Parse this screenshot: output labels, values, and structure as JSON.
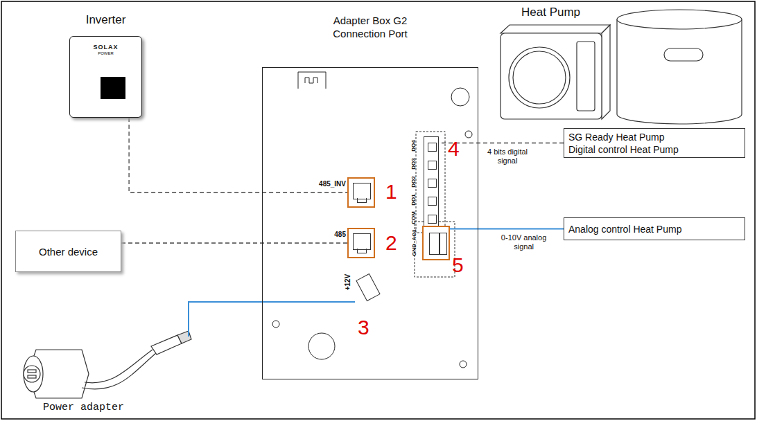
{
  "diagram": {
    "nodes": [
      {
        "text": [
          "Inverter",
          "SOLAX",
          "POWER"
        ]
      },
      {
        "text": [
          "Adapter Box G2 Connection Port"
        ]
      },
      {
        "text": [
          "485_INV"
        ],
        "in": 1
      },
      {
        "text": [
          "485"
        ],
        "in": 1
      },
      {
        "text": [
          "+12V"
        ],
        "in": 1
      },
      {
        "text": [
          "DO4",
          "DO3",
          "DO2",
          "DO1",
          "COM"
        ],
        "in": 1
      },
      {
        "text": [
          "GND_AO1"
        ],
        "in": 1
      },
      {
        "text": [
          "Other device"
        ]
      },
      {
        "text": [
          "SG Ready Heat Pump",
          "Digital control Heat Pump"
        ]
      },
      {
        "text": [
          "Analog control Heat Pump"
        ]
      }
    ],
    "edges": [
      {
        "from": 0,
        "to": 2,
        "arrow": "none"
      },
      {
        "from": 7,
        "to": 3,
        "arrow": "none"
      },
      {
        "from": 8,
        "to": 5,
        "arrow": "none",
        "label": "4 bits digital signal"
      },
      {
        "from": 9,
        "to": 6,
        "arrow": "none",
        "label": "0-10V analog signal"
      }
    ],
    "labels": [
      "Heat Pump",
      "1",
      "2",
      "3",
      "4",
      "5",
      "Power adapter"
    ]
  }
}
